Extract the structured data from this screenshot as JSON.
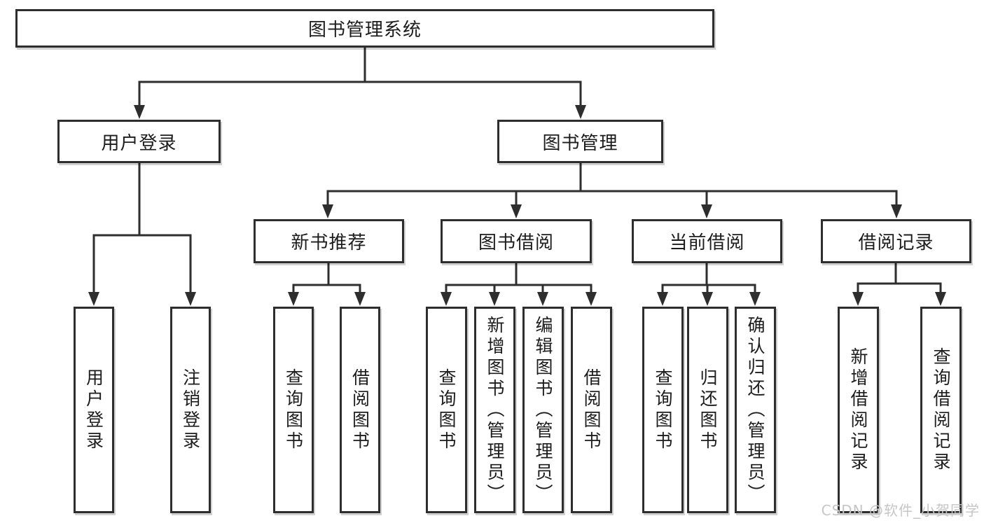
{
  "tree": {
    "root": {
      "label": "图书管理系统",
      "children": [
        {
          "label": "用户登录",
          "children": [
            {
              "label": "用户登录"
            },
            {
              "label": "注销登录"
            }
          ]
        },
        {
          "label": "图书管理",
          "children": [
            {
              "label": "新书推荐",
              "children": [
                {
                  "label": "查询图书"
                },
                {
                  "label": "借阅图书"
                }
              ]
            },
            {
              "label": "图书借阅",
              "children": [
                {
                  "label": "查询图书"
                },
                {
                  "label": "新增图书（管理员）"
                },
                {
                  "label": "编辑图书（管理员）"
                },
                {
                  "label": "借阅图书"
                }
              ]
            },
            {
              "label": "当前借阅",
              "children": [
                {
                  "label": "查询图书"
                },
                {
                  "label": "归还图书"
                },
                {
                  "label": "确认归还（管理员）"
                }
              ]
            },
            {
              "label": "借阅记录",
              "children": [
                {
                  "label": "新增借阅记录"
                },
                {
                  "label": "查询借阅记录"
                }
              ]
            }
          ]
        }
      ]
    }
  },
  "watermark": {
    "text": "CSDN @软件_小贺同学"
  },
  "colors": {
    "line": "#2e2e2e",
    "text": "#1c1c1c",
    "background": "#ffffff",
    "watermark": "#c6c6c6"
  }
}
